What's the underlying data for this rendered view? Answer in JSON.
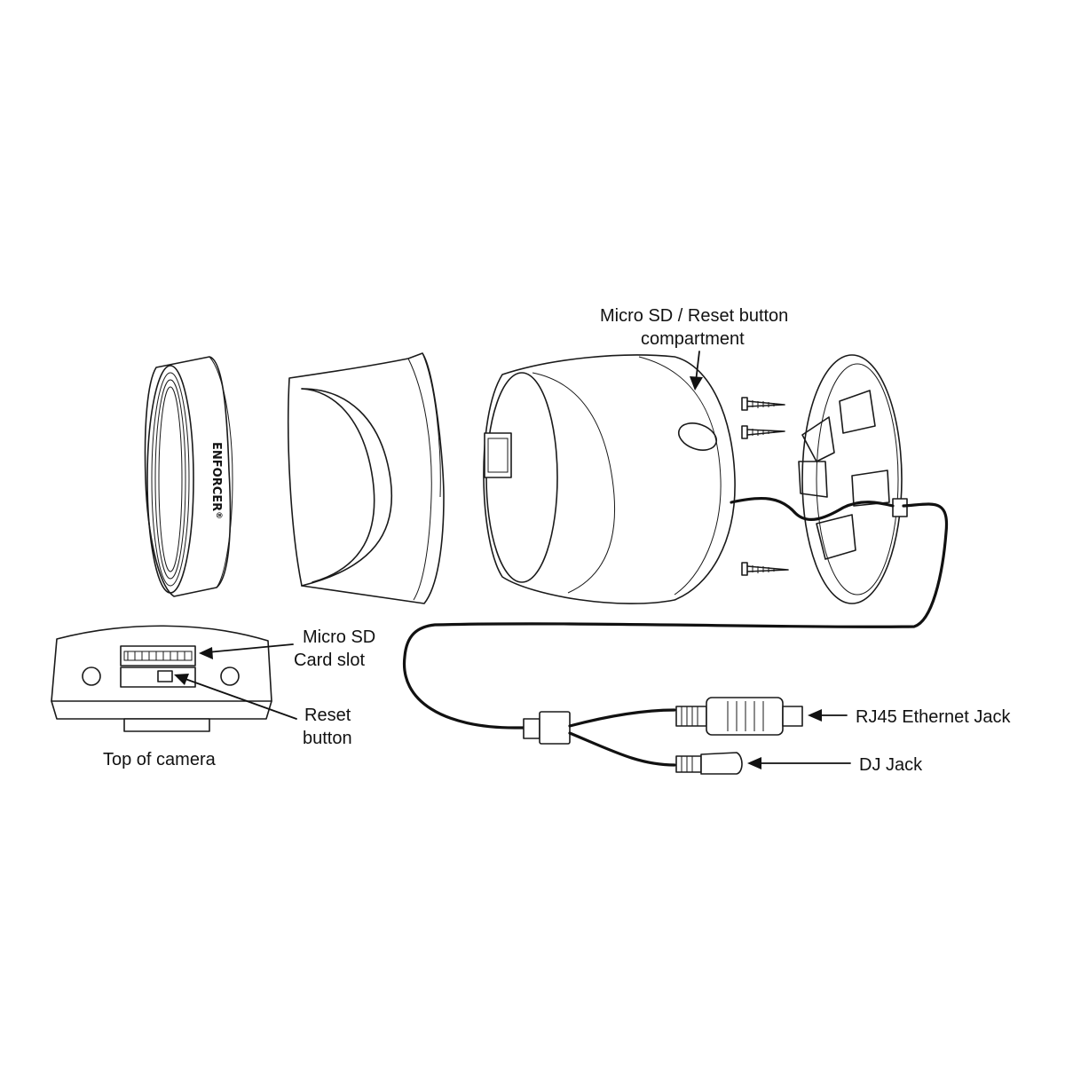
{
  "labels": {
    "compartment_line1": "Micro SD / Reset button",
    "compartment_line2": "compartment",
    "sd_slot_line1": "Micro SD",
    "sd_slot_line2": "Card slot",
    "reset_line1": "Reset",
    "reset_line2": "button",
    "top_of_camera": "Top of camera",
    "rj45": "RJ45 Ethernet Jack",
    "dj_jack": "DJ Jack"
  },
  "brand": {
    "text": "ENFORCER",
    "mark": "®"
  },
  "icons": {
    "arrow": "arrow-icon",
    "screw": "screw-icon"
  },
  "colors": {
    "line": "#1a1a1a",
    "background": "#ffffff"
  }
}
